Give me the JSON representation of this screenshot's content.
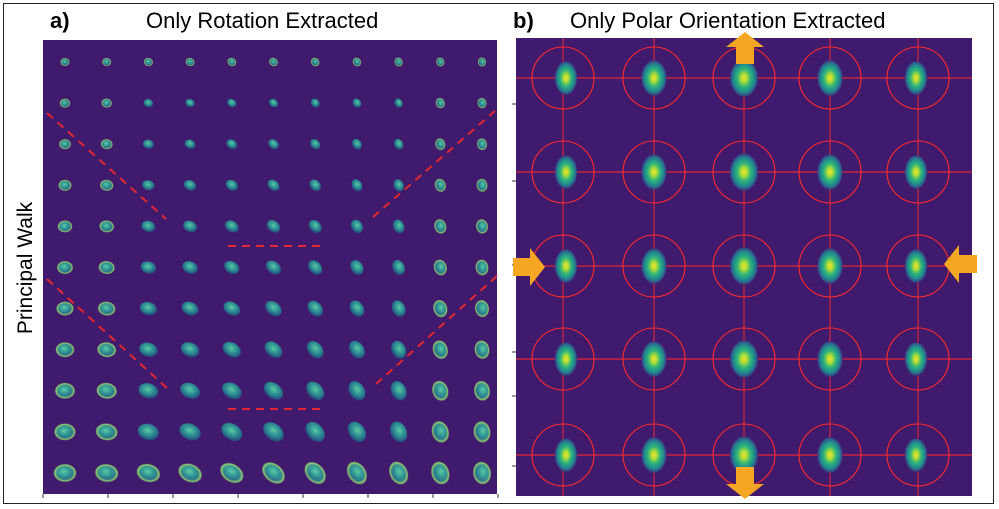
{
  "figure": {
    "y_axis_label": "Principal Walk",
    "panel_a": {
      "letter": "a)",
      "title": "Only Rotation Extracted",
      "rows": 11,
      "cols": 11
    },
    "panel_b": {
      "letter": "b)",
      "title": "Only Polar Orientation Extracted",
      "rows": 5,
      "cols": 5
    }
  },
  "colors": {
    "background": "#3b0f70",
    "plot_bg": "#401a6c",
    "dashed_line": "#e0282f",
    "grid_line": "#ff2a2a",
    "arrow": "#f5a623",
    "frame": "#222222"
  },
  "icons": {
    "arrow_top": "arrow-up-icon",
    "arrow_bottom": "arrow-down-icon",
    "arrow_left": "arrow-right-icon",
    "arrow_right": "arrow-left-icon"
  }
}
